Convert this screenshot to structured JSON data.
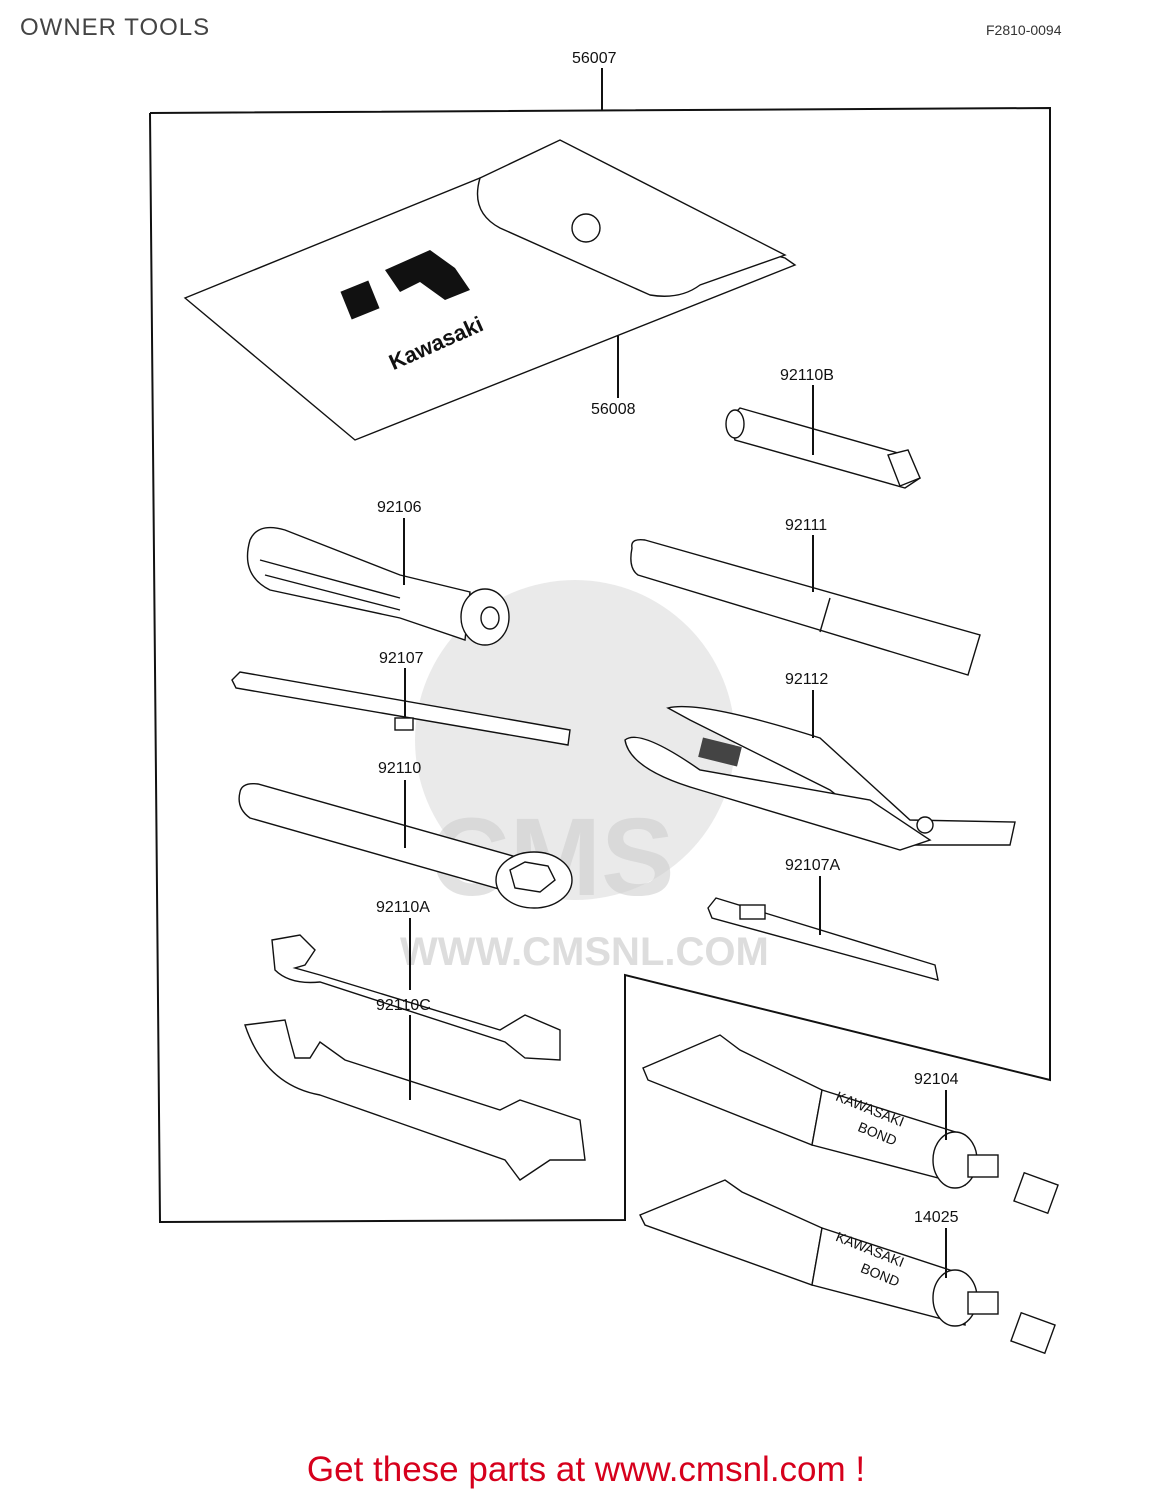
{
  "header": {
    "title": "OWNER TOOLS",
    "figure_code": "F2810-0094"
  },
  "pouch": {
    "brand_logo_text": "Kawasaki"
  },
  "parts": [
    {
      "id": "56007",
      "label": "56007"
    },
    {
      "id": "56008",
      "label": "56008"
    },
    {
      "id": "92110B",
      "label": "92110B"
    },
    {
      "id": "92106",
      "label": "92106"
    },
    {
      "id": "92111",
      "label": "92111"
    },
    {
      "id": "92107",
      "label": "92107"
    },
    {
      "id": "92112",
      "label": "92112"
    },
    {
      "id": "92110",
      "label": "92110"
    },
    {
      "id": "92107A",
      "label": "92107A"
    },
    {
      "id": "92110A",
      "label": "92110A"
    },
    {
      "id": "92110C",
      "label": "92110C"
    },
    {
      "id": "92104",
      "label": "92104"
    },
    {
      "id": "14025",
      "label": "14025"
    }
  ],
  "tube_text": {
    "line1": "KAWASAKI",
    "line2": "BOND"
  },
  "watermark": {
    "brand": "CMS",
    "url": "WWW.CMSNL.COM"
  },
  "footer": {
    "cta": "Get these parts at www.cmsnl.com !"
  },
  "colors": {
    "cta": "#d6001c",
    "watermark": "#d9d9d9"
  }
}
